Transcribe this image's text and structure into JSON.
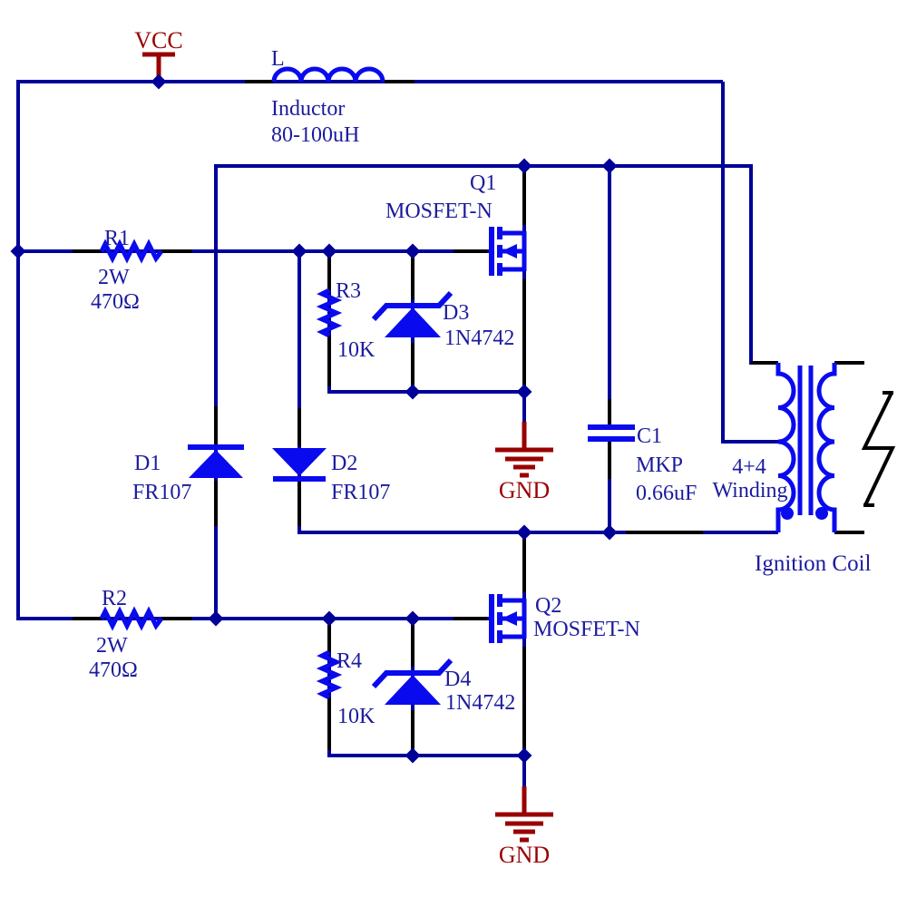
{
  "title": "Ignition Coil Driver Schematic",
  "colors": {
    "wire": "#000099",
    "component": "#0a0aee",
    "label": "#1b1b9e",
    "power": "#990000",
    "lead": "#000000",
    "background": "#ffffff"
  },
  "power": {
    "vcc": "VCC",
    "gnd_top": "GND",
    "gnd_bottom": "GND"
  },
  "components": {
    "inductor": {
      "ref": "L",
      "name": "Inductor",
      "value": "80-100uH"
    },
    "r1": {
      "ref": "R1",
      "rating": "2W",
      "value": "470Ω"
    },
    "r2": {
      "ref": "R2",
      "rating": "2W",
      "value": "470Ω"
    },
    "r3": {
      "ref": "R3",
      "value": "10K"
    },
    "r4": {
      "ref": "R4",
      "value": "10K"
    },
    "q1": {
      "ref": "Q1",
      "type": "MOSFET-N"
    },
    "q2": {
      "ref": "Q2",
      "type": "MOSFET-N"
    },
    "d1": {
      "ref": "D1",
      "value": "FR107"
    },
    "d2": {
      "ref": "D2",
      "value": "FR107"
    },
    "d3": {
      "ref": "D3",
      "value": "1N4742"
    },
    "d4": {
      "ref": "D4",
      "value": "1N4742"
    },
    "c1": {
      "ref": "C1",
      "type": "MKP",
      "value": "0.66uF"
    },
    "transformer": {
      "winding_ratio": "4+4",
      "winding_word": "Winding",
      "name": "Ignition Coil"
    }
  }
}
